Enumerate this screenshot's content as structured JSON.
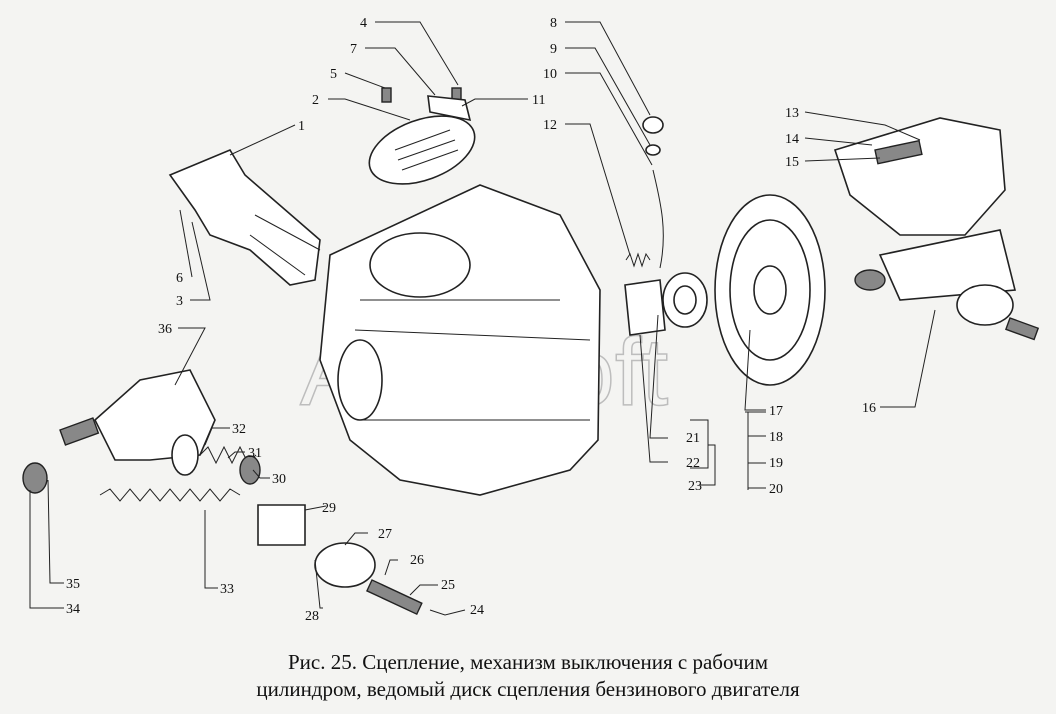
{
  "figure": {
    "caption_line1": "Рис. 25. Сцепление, механизм выключения с рабочим",
    "caption_line2": "цилиндром, ведомый диск сцепления бензинового двигателя",
    "watermark": "AutoSoft"
  },
  "callouts": [
    {
      "id": "1",
      "text": "1"
    },
    {
      "id": "2",
      "text": "2"
    },
    {
      "id": "3",
      "text": "3"
    },
    {
      "id": "4",
      "text": "4"
    },
    {
      "id": "5",
      "text": "5"
    },
    {
      "id": "6",
      "text": "6"
    },
    {
      "id": "7",
      "text": "7"
    },
    {
      "id": "8",
      "text": "8"
    },
    {
      "id": "9",
      "text": "9"
    },
    {
      "id": "10",
      "text": "10"
    },
    {
      "id": "11",
      "text": "11"
    },
    {
      "id": "12",
      "text": "12"
    },
    {
      "id": "13",
      "text": "13"
    },
    {
      "id": "14",
      "text": "14"
    },
    {
      "id": "15",
      "text": "15"
    },
    {
      "id": "16",
      "text": "16"
    },
    {
      "id": "17",
      "text": "17"
    },
    {
      "id": "18",
      "text": "18"
    },
    {
      "id": "19",
      "text": "19"
    },
    {
      "id": "20",
      "text": "20"
    },
    {
      "id": "21",
      "text": "21"
    },
    {
      "id": "22",
      "text": "22"
    },
    {
      "id": "23",
      "text": "23"
    },
    {
      "id": "24",
      "text": "24"
    },
    {
      "id": "25",
      "text": "25"
    },
    {
      "id": "26",
      "text": "26"
    },
    {
      "id": "27",
      "text": "27"
    },
    {
      "id": "28",
      "text": "28"
    },
    {
      "id": "29",
      "text": "29"
    },
    {
      "id": "30",
      "text": "30"
    },
    {
      "id": "31",
      "text": "31"
    },
    {
      "id": "32",
      "text": "32"
    },
    {
      "id": "33",
      "text": "33"
    },
    {
      "id": "34",
      "text": "34"
    },
    {
      "id": "35",
      "text": "35"
    },
    {
      "id": "36",
      "text": "36"
    }
  ]
}
